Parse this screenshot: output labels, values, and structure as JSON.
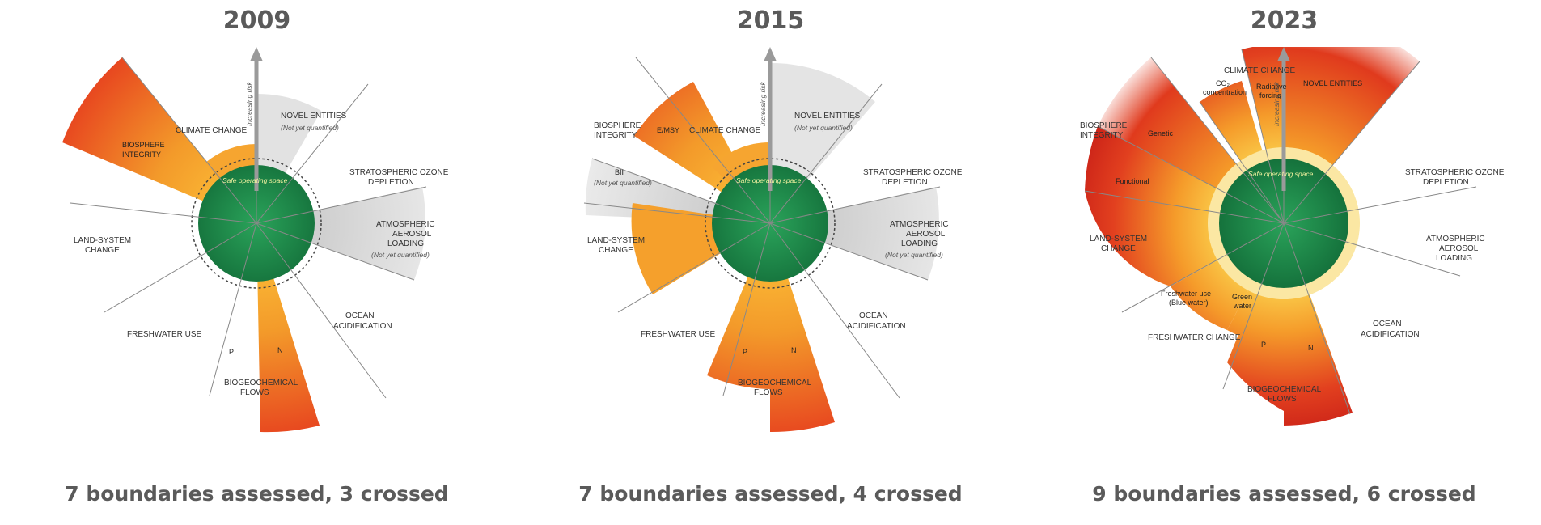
{
  "panels": [
    {
      "year": "2009",
      "caption": "7 boundaries assessed, 3 crossed",
      "axis_label": "Increasing risk",
      "sos_label": "Safe operating space",
      "labels": {
        "climate": "CLIMATE CHANGE",
        "novel1": "NOVEL ENTITIES",
        "novel_note": "(Not yet quantified)",
        "strat1": "STRATOSPHERIC OZONE",
        "strat2": "DEPLETION",
        "aero1": "ATMOSPHERIC",
        "aero2": "AEROSOL",
        "aero3": "LOADING",
        "aero_note": "(Not yet quantified)",
        "ocean1": "OCEAN",
        "ocean2": "ACIDIFICATION",
        "bio1": "BIOGEOCHEMICAL",
        "bio2": "FLOWS",
        "p": "P",
        "n": "N",
        "fresh": "FRESHWATER USE",
        "land1": "LAND-SYSTEM",
        "land2": "CHANGE",
        "bios1": "BIOSPHERE",
        "bios2": "INTEGRITY"
      }
    },
    {
      "year": "2015",
      "caption": "7 boundaries assessed, 4 crossed",
      "axis_label": "Increasing risk",
      "sos_label": "Safe operating space",
      "labels": {
        "climate": "CLIMATE CHANGE",
        "novel1": "NOVEL ENTITIES",
        "novel_note": "(Not yet quantified)",
        "strat1": "STRATOSPHERIC OZONE",
        "strat2": "DEPLETION",
        "aero1": "ATMOSPHERIC",
        "aero2": "AEROSOL",
        "aero3": "LOADING",
        "aero_note": "(Not yet quantified)",
        "ocean1": "OCEAN",
        "ocean2": "ACIDIFICATION",
        "bio1": "BIOGEOCHEMICAL",
        "bio2": "FLOWS",
        "p": "P",
        "n": "N",
        "fresh": "FRESHWATER USE",
        "land1": "LAND-SYSTEM",
        "land2": "CHANGE",
        "bios1": "BIOSPHERE",
        "bios2": "INTEGRITY",
        "emsy": "E/MSY",
        "bii": "BII",
        "bii_note": "(Not yet quantified)"
      }
    },
    {
      "year": "2023",
      "caption": "9 boundaries assessed, 6 crossed",
      "axis_label": "Increasing risk",
      "sos_label": "Safe operating space",
      "labels": {
        "climate": "CLIMATE CHANGE",
        "co2a": "CO₂",
        "co2b": "concentration",
        "rad1": "Radiative",
        "rad2": "forcing",
        "novel1": "NOVEL ENTITIES",
        "strat1": "STRATOSPHERIC OZONE",
        "strat2": "DEPLETION",
        "aero1": "ATMOSPHERIC",
        "aero2": "AEROSOL",
        "aero3": "LOADING",
        "ocean1": "OCEAN",
        "ocean2": "ACIDIFICATION",
        "bio1": "BIOGEOCHEMICAL",
        "bio2": "FLOWS",
        "p": "P",
        "n": "N",
        "green1": "Green",
        "green2": "water",
        "blue1": "Freshwater use",
        "blue2": "(Blue water)",
        "fresh": "FRESHWATER CHANGE",
        "land1": "LAND-SYSTEM",
        "land2": "CHANGE",
        "bios1": "BIOSPHERE",
        "bios2": "INTEGRITY",
        "genetic": "Genetic",
        "functional": "Functional"
      }
    }
  ],
  "colors": {
    "safe": "#1f8f4e",
    "orange": "#f5a623",
    "red": "#d9301e",
    "grey": "#d8d8d8",
    "text": "#5a5a5a"
  }
}
